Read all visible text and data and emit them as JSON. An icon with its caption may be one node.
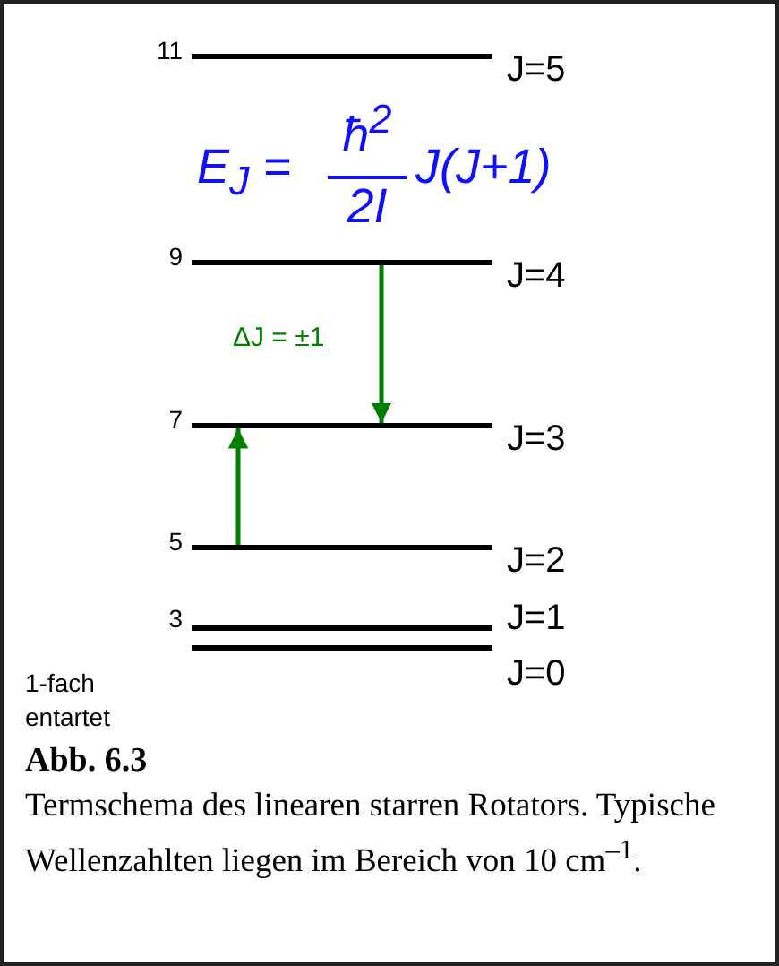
{
  "diagram": {
    "title": "Abb. 6.3",
    "caption": "Termschema des linearen starren Rotators. Typische Wellenzahlten liegen im Bereich von 10 cm$^{–1}$.",
    "nodes": [
      {
        "text": [
          "J=5"
        ],
        "beside": [
          "11"
        ]
      },
      {
        "text": [
          "J=4"
        ],
        "beside": [
          "9"
        ]
      },
      {
        "text": [
          "J=3"
        ],
        "beside": [
          "7"
        ]
      },
      {
        "text": [
          "J=2"
        ],
        "beside": [
          "5"
        ]
      },
      {
        "text": [
          "J=1"
        ],
        "beside": [
          "3"
        ]
      },
      {
        "text": [
          "J=0"
        ],
        "beside": [
          "1-fach entartet"
        ]
      }
    ],
    "edges": [
      {
        "from": 1,
        "to": 2,
        "arrow": "to",
        "color": "#008000"
      },
      {
        "from": 3,
        "to": 2,
        "arrow": "to",
        "color": "#008000"
      }
    ],
    "labels": [
      "E$_{J}$ =",
      "ħ$^{2}$",
      "2I",
      "J(J+1)",
      "ΔJ = ±1"
    ]
  }
}
